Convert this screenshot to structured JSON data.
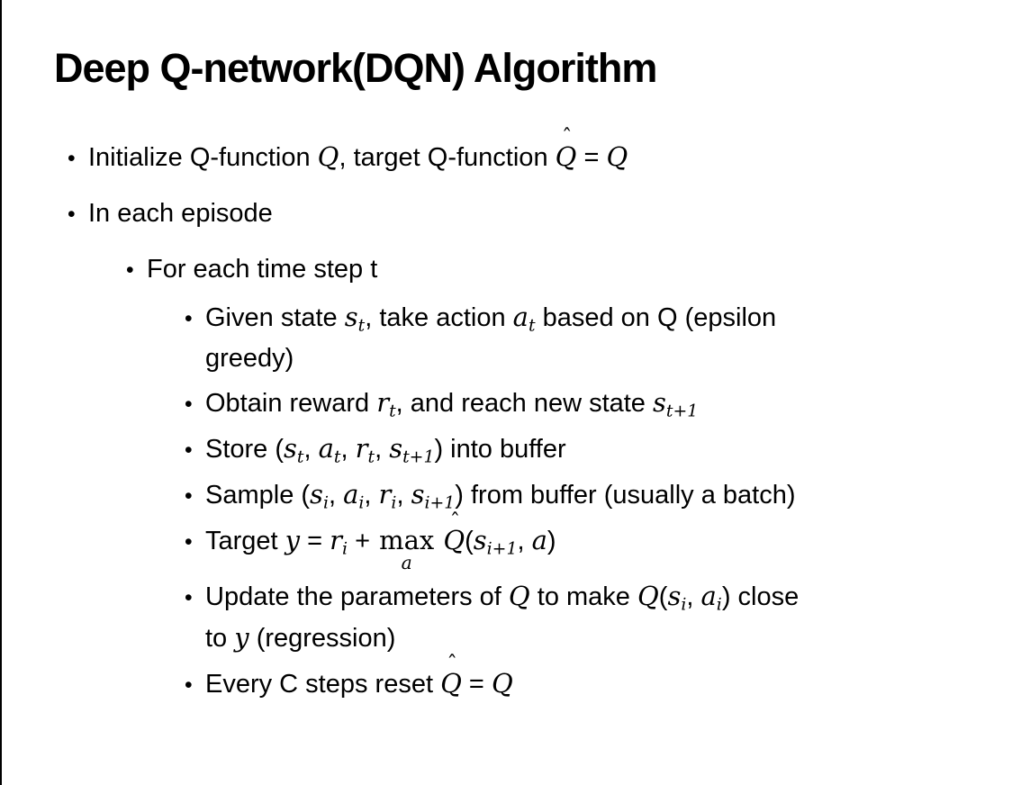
{
  "slide": {
    "title": "Deep Q-network(DQN) Algorithm",
    "bullet_marker": "•",
    "math": {
      "hat_glyph": "ˆ"
    },
    "colors": {
      "text": "#000000",
      "background": "#ffffff",
      "left_border": "#000000"
    },
    "bullets": [
      {
        "level": 1,
        "segments": [
          {
            "t": "Initialize Q-function "
          },
          {
            "m": "Q"
          },
          {
            "t": ", target Q-function "
          },
          {
            "m": "Q",
            "hat": true
          },
          {
            "t": " = "
          },
          {
            "m": "Q"
          }
        ]
      },
      {
        "level": 1,
        "segments": [
          {
            "t": "In each episode"
          }
        ]
      },
      {
        "level": 2,
        "segments": [
          {
            "t": "For each time step t"
          }
        ]
      },
      {
        "level": 3,
        "segments": [
          {
            "t": "Given state "
          },
          {
            "m": "s",
            "sub": "t"
          },
          {
            "t": ", take action "
          },
          {
            "m": "a",
            "sub": "t"
          },
          {
            "t": " based on Q (epsilon"
          },
          {
            "br": true
          },
          {
            "t": "greedy)"
          }
        ]
      },
      {
        "level": 3,
        "segments": [
          {
            "t": "Obtain reward "
          },
          {
            "m": "r",
            "sub": "t"
          },
          {
            "t": ", and reach new state "
          },
          {
            "m": "s",
            "sub": "t+1"
          }
        ]
      },
      {
        "level": 3,
        "segments": [
          {
            "t": "Store ("
          },
          {
            "m": "s",
            "sub": "t"
          },
          {
            "t": ", "
          },
          {
            "m": "a",
            "sub": "t"
          },
          {
            "t": ", "
          },
          {
            "m": "r",
            "sub": "t"
          },
          {
            "t": ", "
          },
          {
            "m": "s",
            "sub": "t+1"
          },
          {
            "t": ") into buffer"
          }
        ]
      },
      {
        "level": 3,
        "segments": [
          {
            "t": "Sample ("
          },
          {
            "m": "s",
            "sub": "i"
          },
          {
            "t": ", "
          },
          {
            "m": "a",
            "sub": "i"
          },
          {
            "t": ", "
          },
          {
            "m": "r",
            "sub": "i"
          },
          {
            "t": ", "
          },
          {
            "m": "s",
            "sub": "i+1"
          },
          {
            "t": ") from buffer (usually a batch)"
          }
        ]
      },
      {
        "level": 3,
        "segments": [
          {
            "t": "Target "
          },
          {
            "m": "y"
          },
          {
            "t": " = "
          },
          {
            "m": "r",
            "sub": "i"
          },
          {
            "t": " + "
          },
          {
            "op": "max",
            "under": "a"
          },
          {
            "t": " "
          },
          {
            "m": "Q",
            "hat": true
          },
          {
            "t": "("
          },
          {
            "m": "s",
            "sub": "i+1"
          },
          {
            "t": ", "
          },
          {
            "m": "a"
          },
          {
            "t": ")"
          }
        ]
      },
      {
        "level": 3,
        "segments": [
          {
            "t": "Update the parameters of "
          },
          {
            "m": "Q"
          },
          {
            "t": " to make "
          },
          {
            "m": "Q"
          },
          {
            "t": "("
          },
          {
            "m": "s",
            "sub": "i"
          },
          {
            "t": ", "
          },
          {
            "m": "a",
            "sub": "i"
          },
          {
            "t": ") close"
          },
          {
            "br": true
          },
          {
            "t": "to "
          },
          {
            "m": "y"
          },
          {
            "t": " (regression)"
          }
        ]
      },
      {
        "level": 3,
        "segments": [
          {
            "t": "Every C steps reset "
          },
          {
            "m": "Q",
            "hat": true
          },
          {
            "t": " = "
          },
          {
            "m": "Q"
          }
        ]
      }
    ]
  }
}
